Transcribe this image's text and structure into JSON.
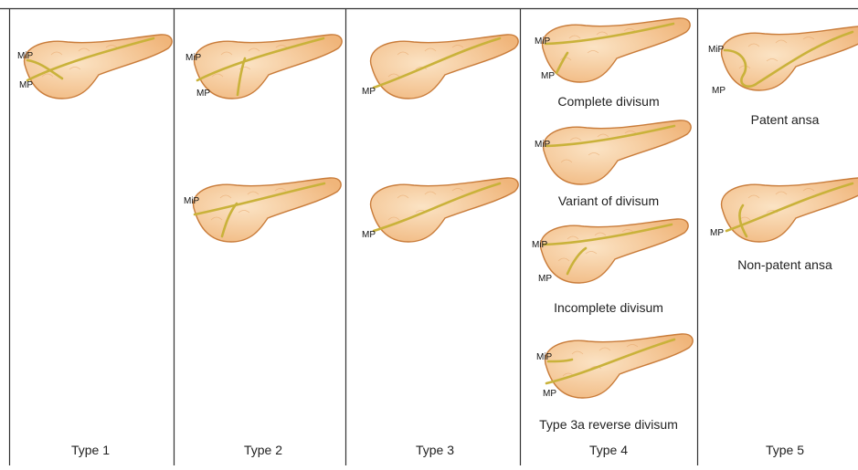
{
  "colors": {
    "border": "#333333",
    "pancreas_fill_light": "#fbe3c4",
    "pancreas_fill_dark": "#f0b57a",
    "pancreas_outline": "#c97c3a",
    "duct": "#c9b23a"
  },
  "icons": {
    "pancreas": "pancreas-illustration"
  },
  "columns": [
    {
      "type_label": "Type 1",
      "figures": [
        {
          "mip": "MiP",
          "mp": "MP"
        }
      ]
    },
    {
      "type_label": "Type 2",
      "figures": [
        {
          "mip": "MiP",
          "mp": "MP"
        },
        {
          "mip": "MiP"
        }
      ]
    },
    {
      "type_label": "Type 3",
      "figures": [
        {
          "mp": "MP"
        },
        {
          "mp": "MP"
        }
      ]
    },
    {
      "type_label": "Type 4",
      "figures": [
        {
          "mip": "MiP",
          "mp": "MP",
          "caption": "Complete divisum"
        },
        {
          "mip": "MiP",
          "caption": "Variant of divisum"
        },
        {
          "mip": "MiP",
          "mp": "MP",
          "caption": "Incomplete divisum"
        },
        {
          "mip": "MiP",
          "mp": "MP",
          "caption": "Type 3a reverse divisum"
        }
      ]
    },
    {
      "type_label": "Type 5",
      "figures": [
        {
          "mip": "MiP",
          "mp": "MP",
          "caption": "Patent ansa"
        },
        {
          "mp": "MP",
          "caption": "Non-patent ansa"
        }
      ]
    }
  ]
}
